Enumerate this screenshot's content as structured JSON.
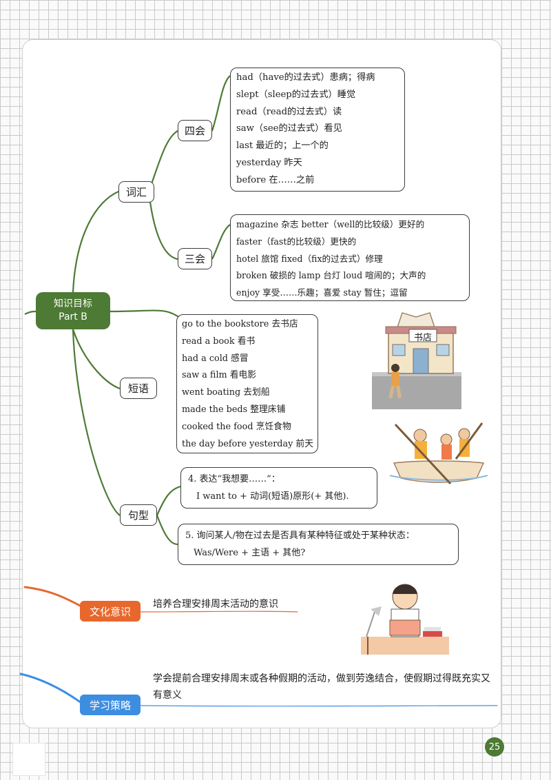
{
  "mindmap": {
    "root": {
      "line1": "知识目标",
      "line2": "Part B"
    },
    "branches": {
      "vocabulary": "词汇",
      "four_skills": "四会",
      "three_skills": "三会",
      "phrases": "短语",
      "sentences": "句型"
    },
    "four_skills_items": [
      "had（have的过去式）患病；得病",
      "slept（sleep的过去式）睡觉",
      "read（read的过去式）读",
      "saw（see的过去式）看见",
      "last 最近的；上一个的",
      "yesterday 昨天",
      "before 在……之前"
    ],
    "three_skills_items": [
      "magazine 杂志  better（well的比较级）更好的",
      "faster（fast的比较级）更快的",
      "hotel 旅馆  fixed（fix的过去式）修理",
      "broken 破损的  lamp 台灯  loud 喧闹的；大声的",
      "enjoy 享受……乐趣；喜爱  stay 暂住；逗留"
    ],
    "phrases_items": [
      "go to the bookstore 去书店",
      "read a book 看书",
      "had a cold 感冒",
      "saw a film 看电影",
      "went boating 去划船",
      "made the beds 整理床铺",
      "cooked the food 烹饪食物",
      "the day before yesterday 前天"
    ],
    "sentence_patterns": [
      {
        "title": "4. 表达“我想要……”：",
        "pattern": "I want to + 动词(短语)原形(+ 其他)."
      },
      {
        "title": "5. 询问某人/物在过去是否具有某种特征或处于某种状态：",
        "pattern": "Was/Were + 主语 + 其他?"
      }
    ]
  },
  "illustrations": {
    "bookstore_sign": "书店"
  },
  "culture": {
    "label": "文化意识",
    "text": "培养合理安排周末活动的意识"
  },
  "strategy": {
    "label": "学习策略",
    "text": "学会提前合理安排周末或各种假期的活动，做到劳逸结合，使假期过得既充实又有意义"
  },
  "page_number": "25",
  "colors": {
    "green": "#4d7a34",
    "orange": "#e8672c",
    "blue": "#3d8ee0"
  }
}
